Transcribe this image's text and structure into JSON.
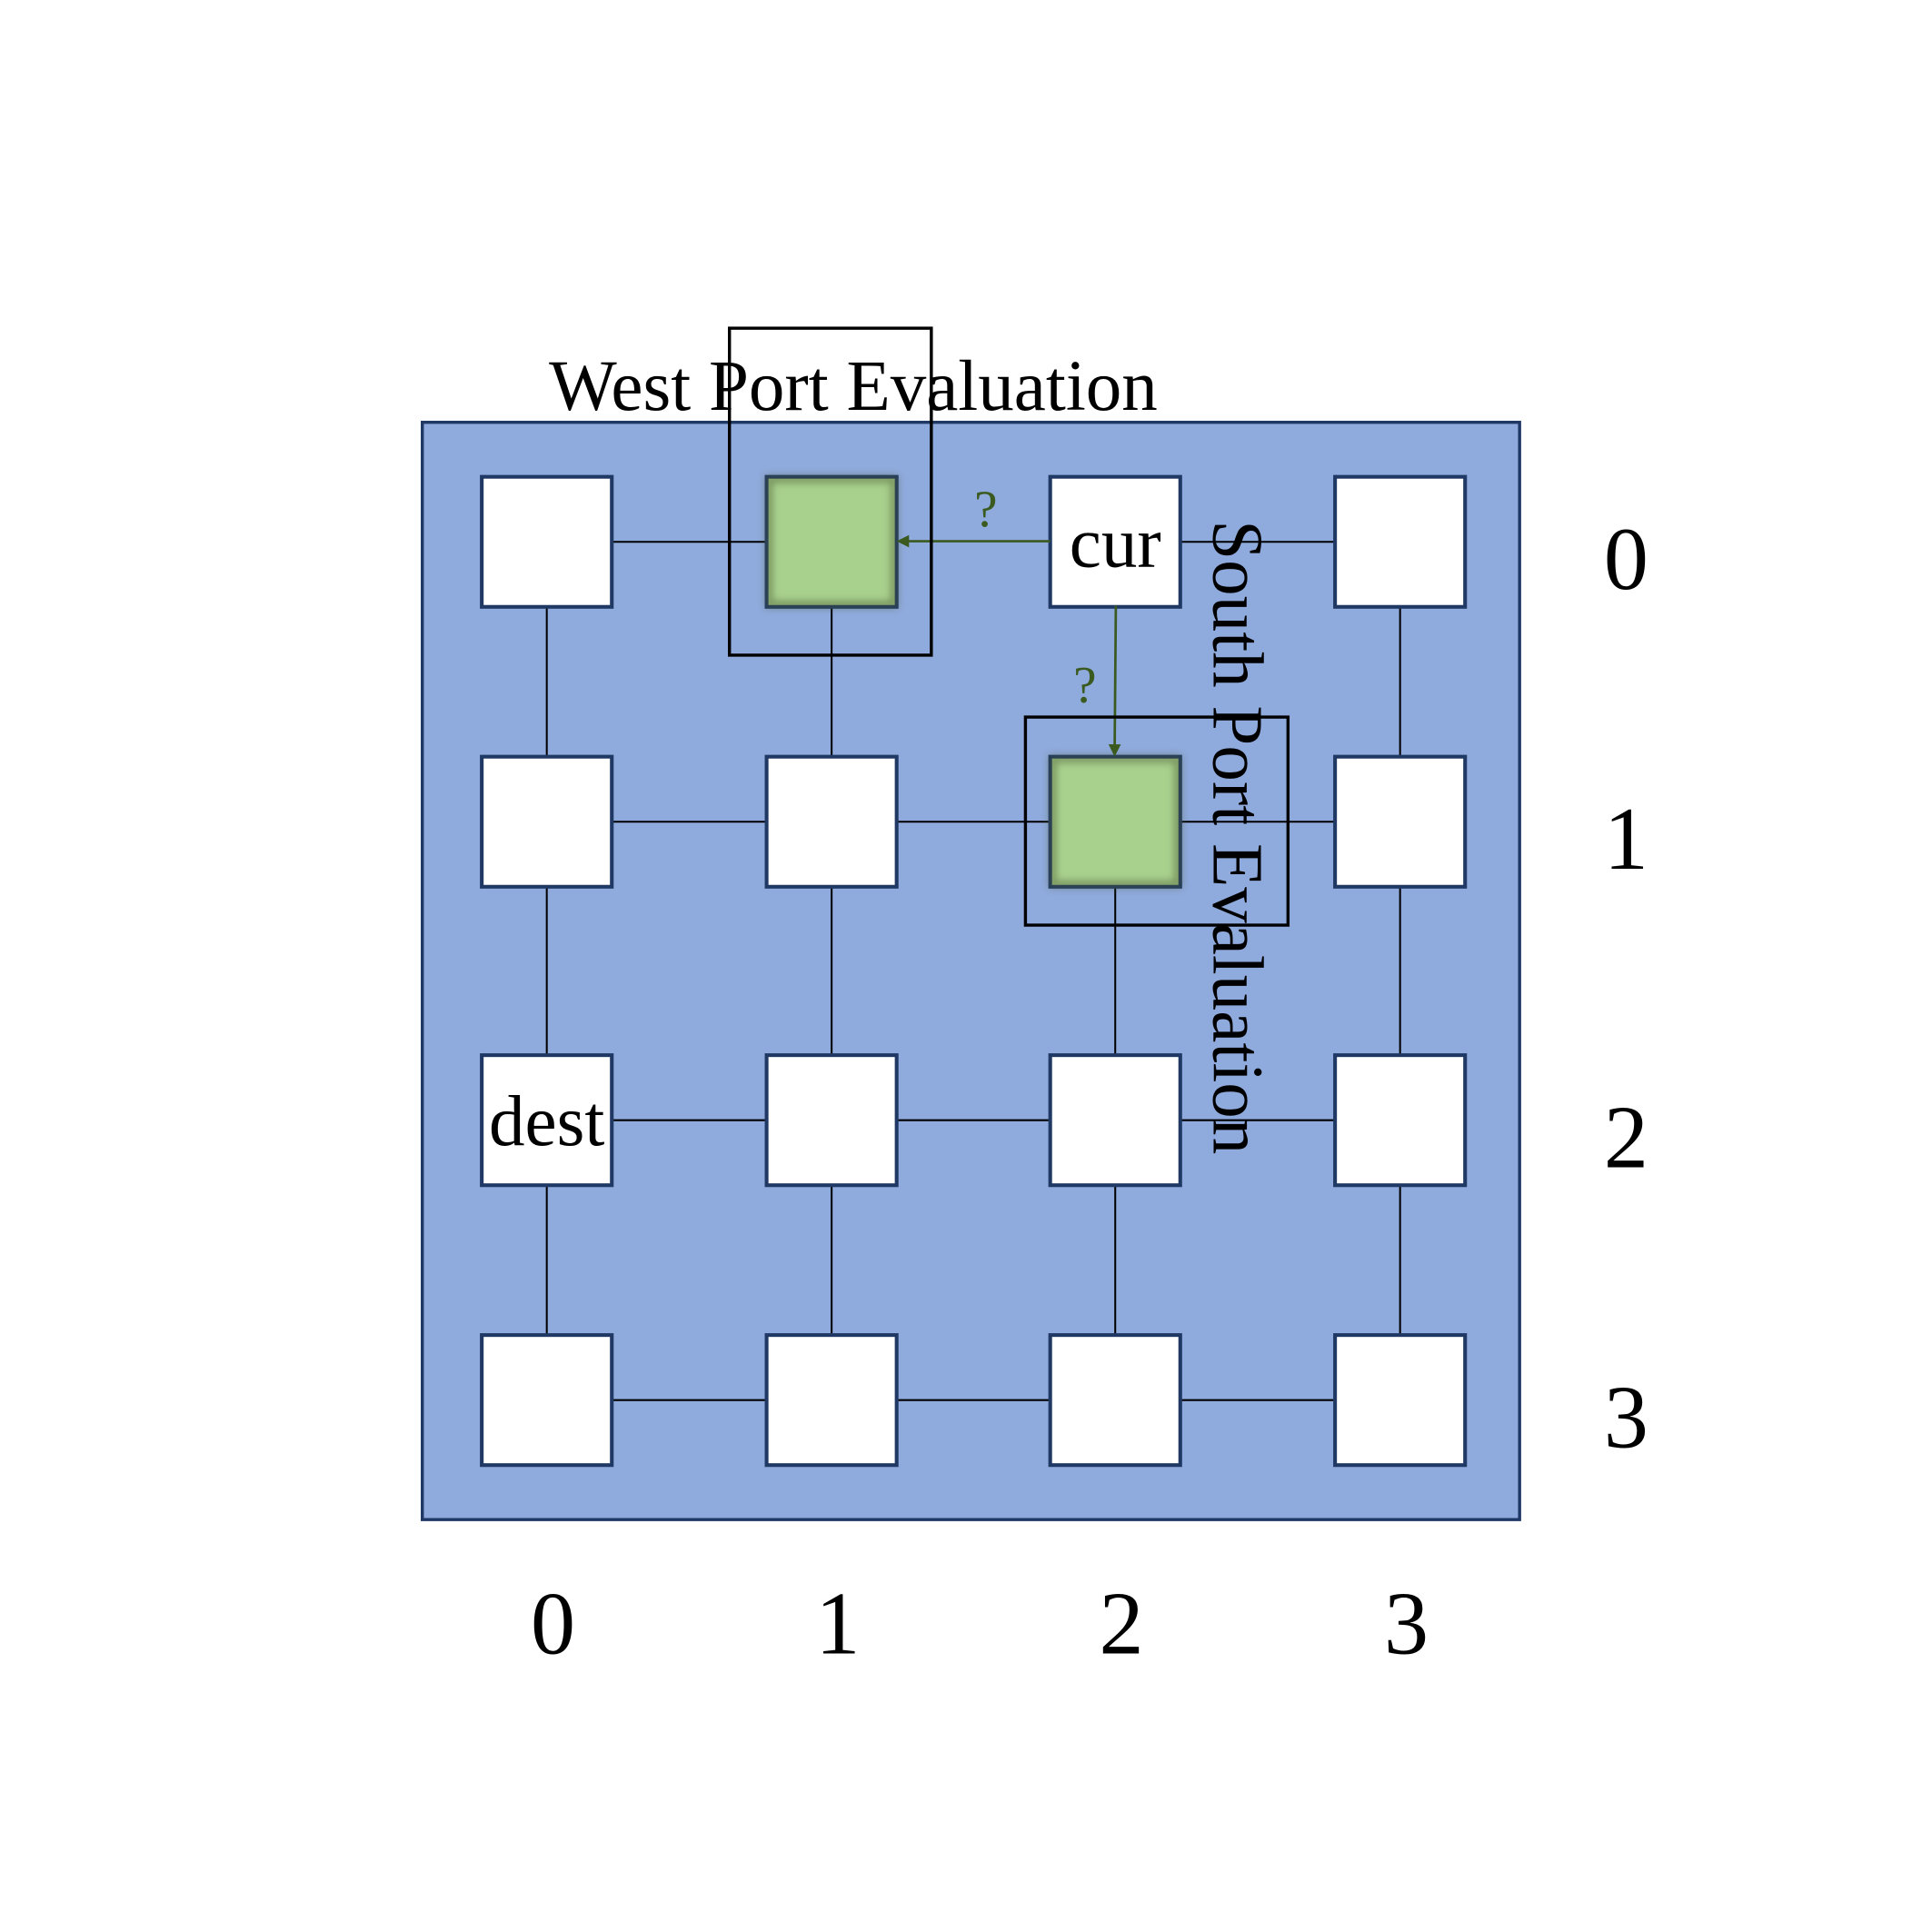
{
  "titles": {
    "west": "West Port Evaluation",
    "south": "South Port Evaluation"
  },
  "row_labels": [
    "0",
    "1",
    "2",
    "3"
  ],
  "col_labels": [
    "0",
    "1",
    "2",
    "3"
  ],
  "nodes": [
    [
      {
        "label": "",
        "state": "normal"
      },
      {
        "label": "",
        "state": "candidate"
      },
      {
        "label": "cur",
        "state": "current"
      },
      {
        "label": "",
        "state": "normal"
      }
    ],
    [
      {
        "label": "",
        "state": "normal"
      },
      {
        "label": "",
        "state": "normal"
      },
      {
        "label": "",
        "state": "candidate"
      },
      {
        "label": "",
        "state": "normal"
      }
    ],
    [
      {
        "label": "dest",
        "state": "destination"
      },
      {
        "label": "",
        "state": "normal"
      },
      {
        "label": "",
        "state": "normal"
      },
      {
        "label": "",
        "state": "normal"
      }
    ],
    [
      {
        "label": "",
        "state": "normal"
      },
      {
        "label": "",
        "state": "normal"
      },
      {
        "label": "",
        "state": "normal"
      },
      {
        "label": "",
        "state": "normal"
      }
    ]
  ],
  "arrows": {
    "west_query": "?",
    "south_query": "?"
  },
  "colors": {
    "mesh_bg": "#8faadc",
    "border": "#1f3864",
    "candidate": "#a9d18e",
    "arrow": "#3a5a20"
  }
}
